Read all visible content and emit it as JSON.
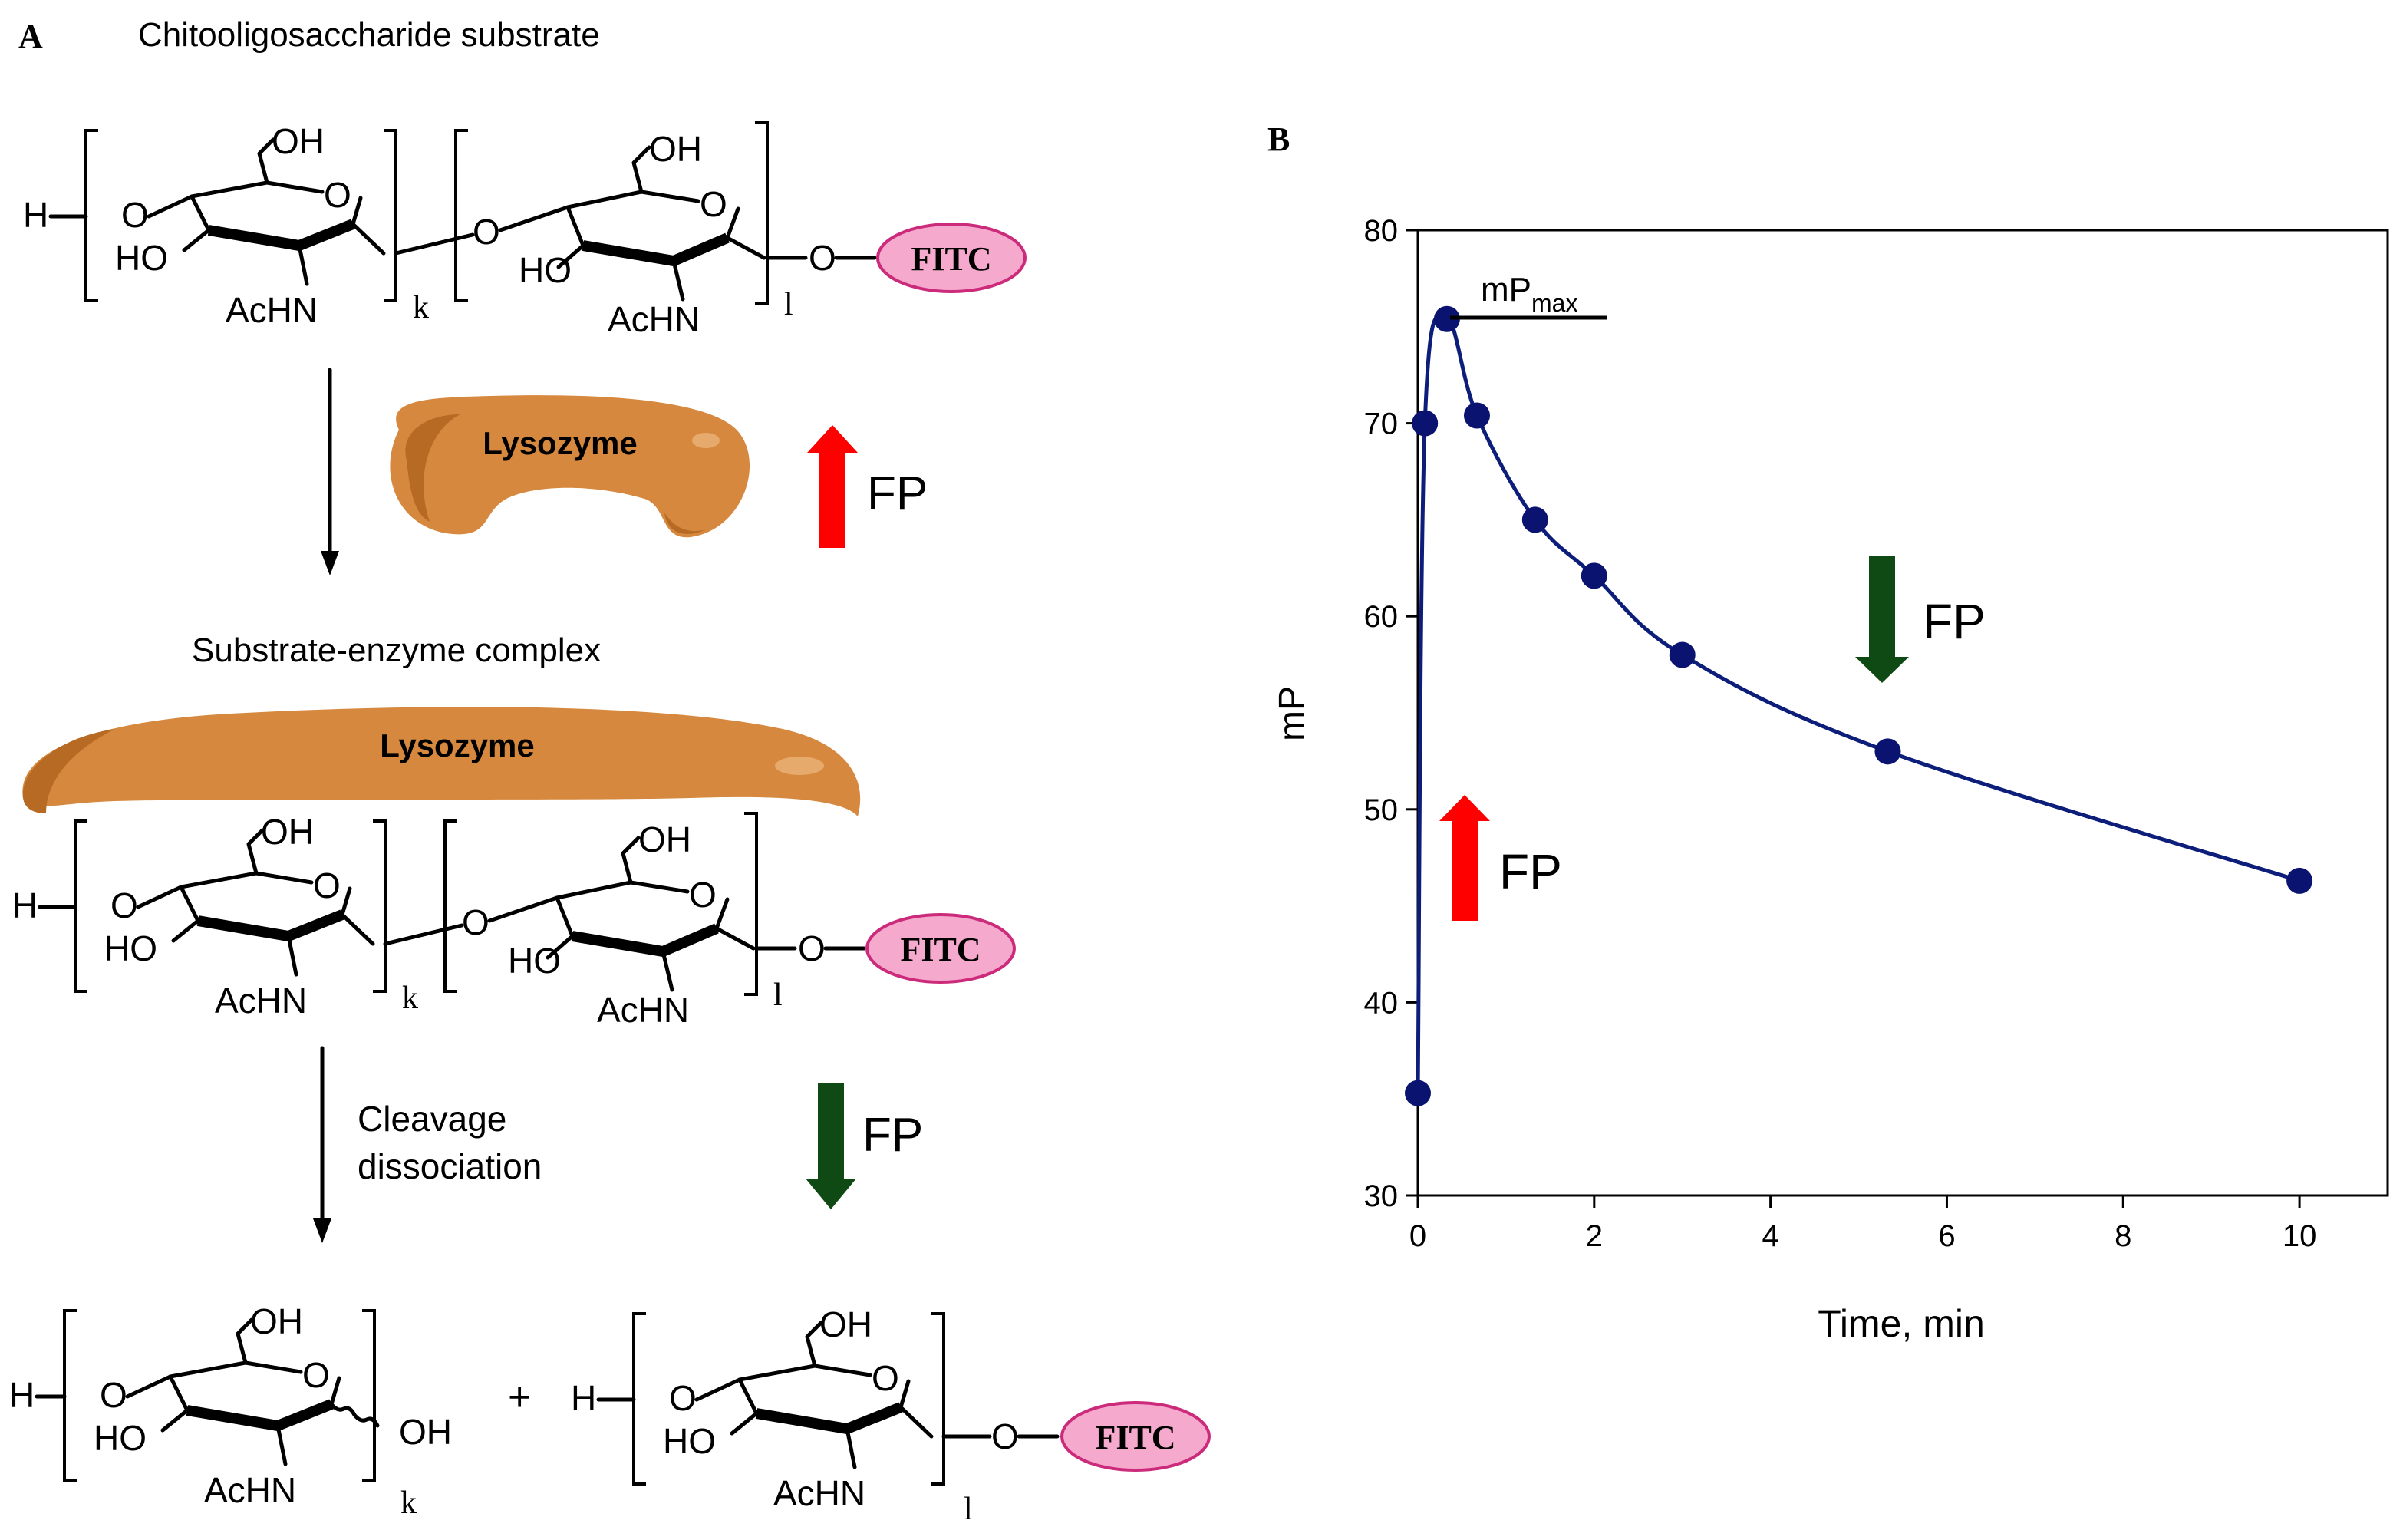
{
  "panel_a": {
    "label": "A",
    "substrate_title": "Chitooligosaccharide substrate",
    "complex_title": "Substrate-enzyme complex",
    "enzyme_label": "Lysozyme",
    "tag_label": "FITC",
    "arrow_step_label_1": "Cleavage",
    "arrow_step_label_2": "dissociation",
    "fp_label": "FP",
    "plus": "+",
    "atoms": {
      "h": "H",
      "o": "O",
      "oh": "OH",
      "ho": "HO",
      "achn": "AcHN",
      "sub_k": "k",
      "sub_l": "l"
    },
    "colors": {
      "enzyme": "#d6883e",
      "enzyme_dark": "#b76a23",
      "fitc_fill": "#f5a9cd",
      "fitc_stroke": "#cc2a7a",
      "fp_up": "#ff0000",
      "fp_down": "#0f4a14"
    }
  },
  "panel_b": {
    "label": "B",
    "annotation_main": "mP",
    "annotation_sub": "max",
    "fp_label": "FP"
  },
  "chart_data": {
    "type": "scatter",
    "xlabel": "Time, min",
    "ylabel": "mP",
    "xlim": [
      0,
      11
    ],
    "ylim": [
      30,
      80
    ],
    "xticks": [
      0,
      2,
      4,
      6,
      8,
      10
    ],
    "yticks": [
      30,
      40,
      50,
      60,
      70,
      80
    ],
    "series": [
      {
        "points": [
          {
            "x": 0.0,
            "y": 35.3
          },
          {
            "x": 0.08,
            "y": 70.0
          },
          {
            "x": 0.33,
            "y": 75.4
          },
          {
            "x": 0.67,
            "y": 70.4
          },
          {
            "x": 1.33,
            "y": 65.0
          },
          {
            "x": 2.0,
            "y": 62.1
          },
          {
            "x": 3.0,
            "y": 58.0
          },
          {
            "x": 5.33,
            "y": 53.0
          },
          {
            "x": 10.0,
            "y": 46.3
          }
        ],
        "color": "#0c1d7a",
        "marker_color": "#0a1470"
      }
    ],
    "grid": false
  }
}
